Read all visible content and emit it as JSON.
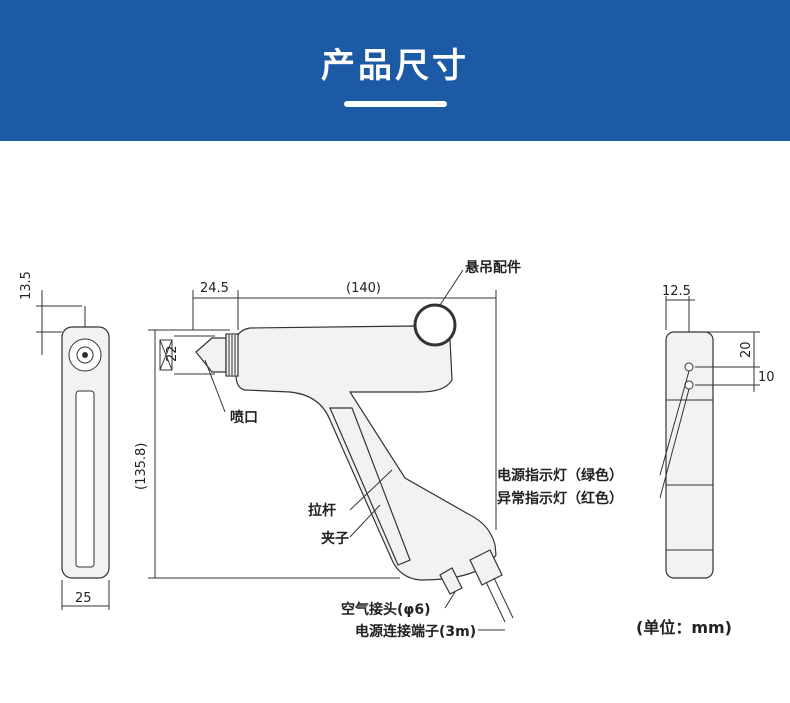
{
  "header": {
    "title": "产品尺寸"
  },
  "dimensions": {
    "left_top": "13.5",
    "left_width": "25",
    "nozzle_length": "24.5",
    "total_length": "(140)",
    "nozzle_dia": "22",
    "height": "(135.8)",
    "right_top": "12.5",
    "right_20": "20",
    "right_10": "10"
  },
  "labels": {
    "hanger": "悬吊配件",
    "nozzle": "喷口",
    "lever": "拉杆",
    "clip": "夹子",
    "air_joint": "空气接头(φ6)",
    "power_cable": "电源连接端子(3m)",
    "green_led": "电源指示灯（绿色）",
    "red_led": "异常指示灯（红色）"
  },
  "unit": "(单位：mm)"
}
